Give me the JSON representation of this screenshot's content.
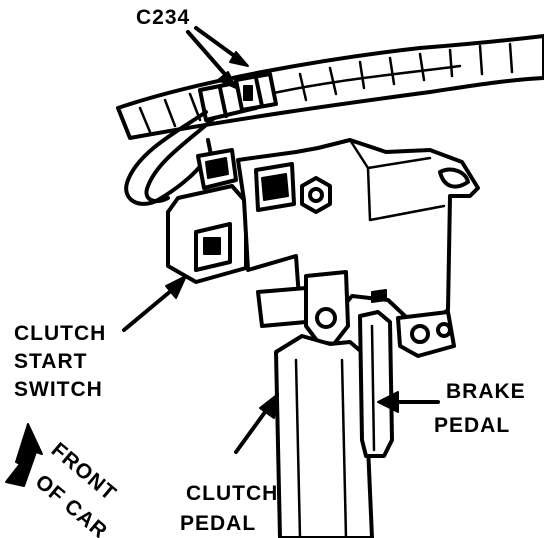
{
  "labels": {
    "connector": "C234",
    "switch_line1": "CLUTCH",
    "switch_line2": "START",
    "switch_line3": "SWITCH",
    "brake_line1": "BRAKE",
    "brake_line2": "PEDAL",
    "clutch_line1": "CLUTCH",
    "clutch_line2": "PEDAL",
    "front_line1": "FRONT",
    "front_line2": "OF CAR"
  },
  "colors": {
    "ink": "#000000",
    "paper": "#ffffff"
  }
}
